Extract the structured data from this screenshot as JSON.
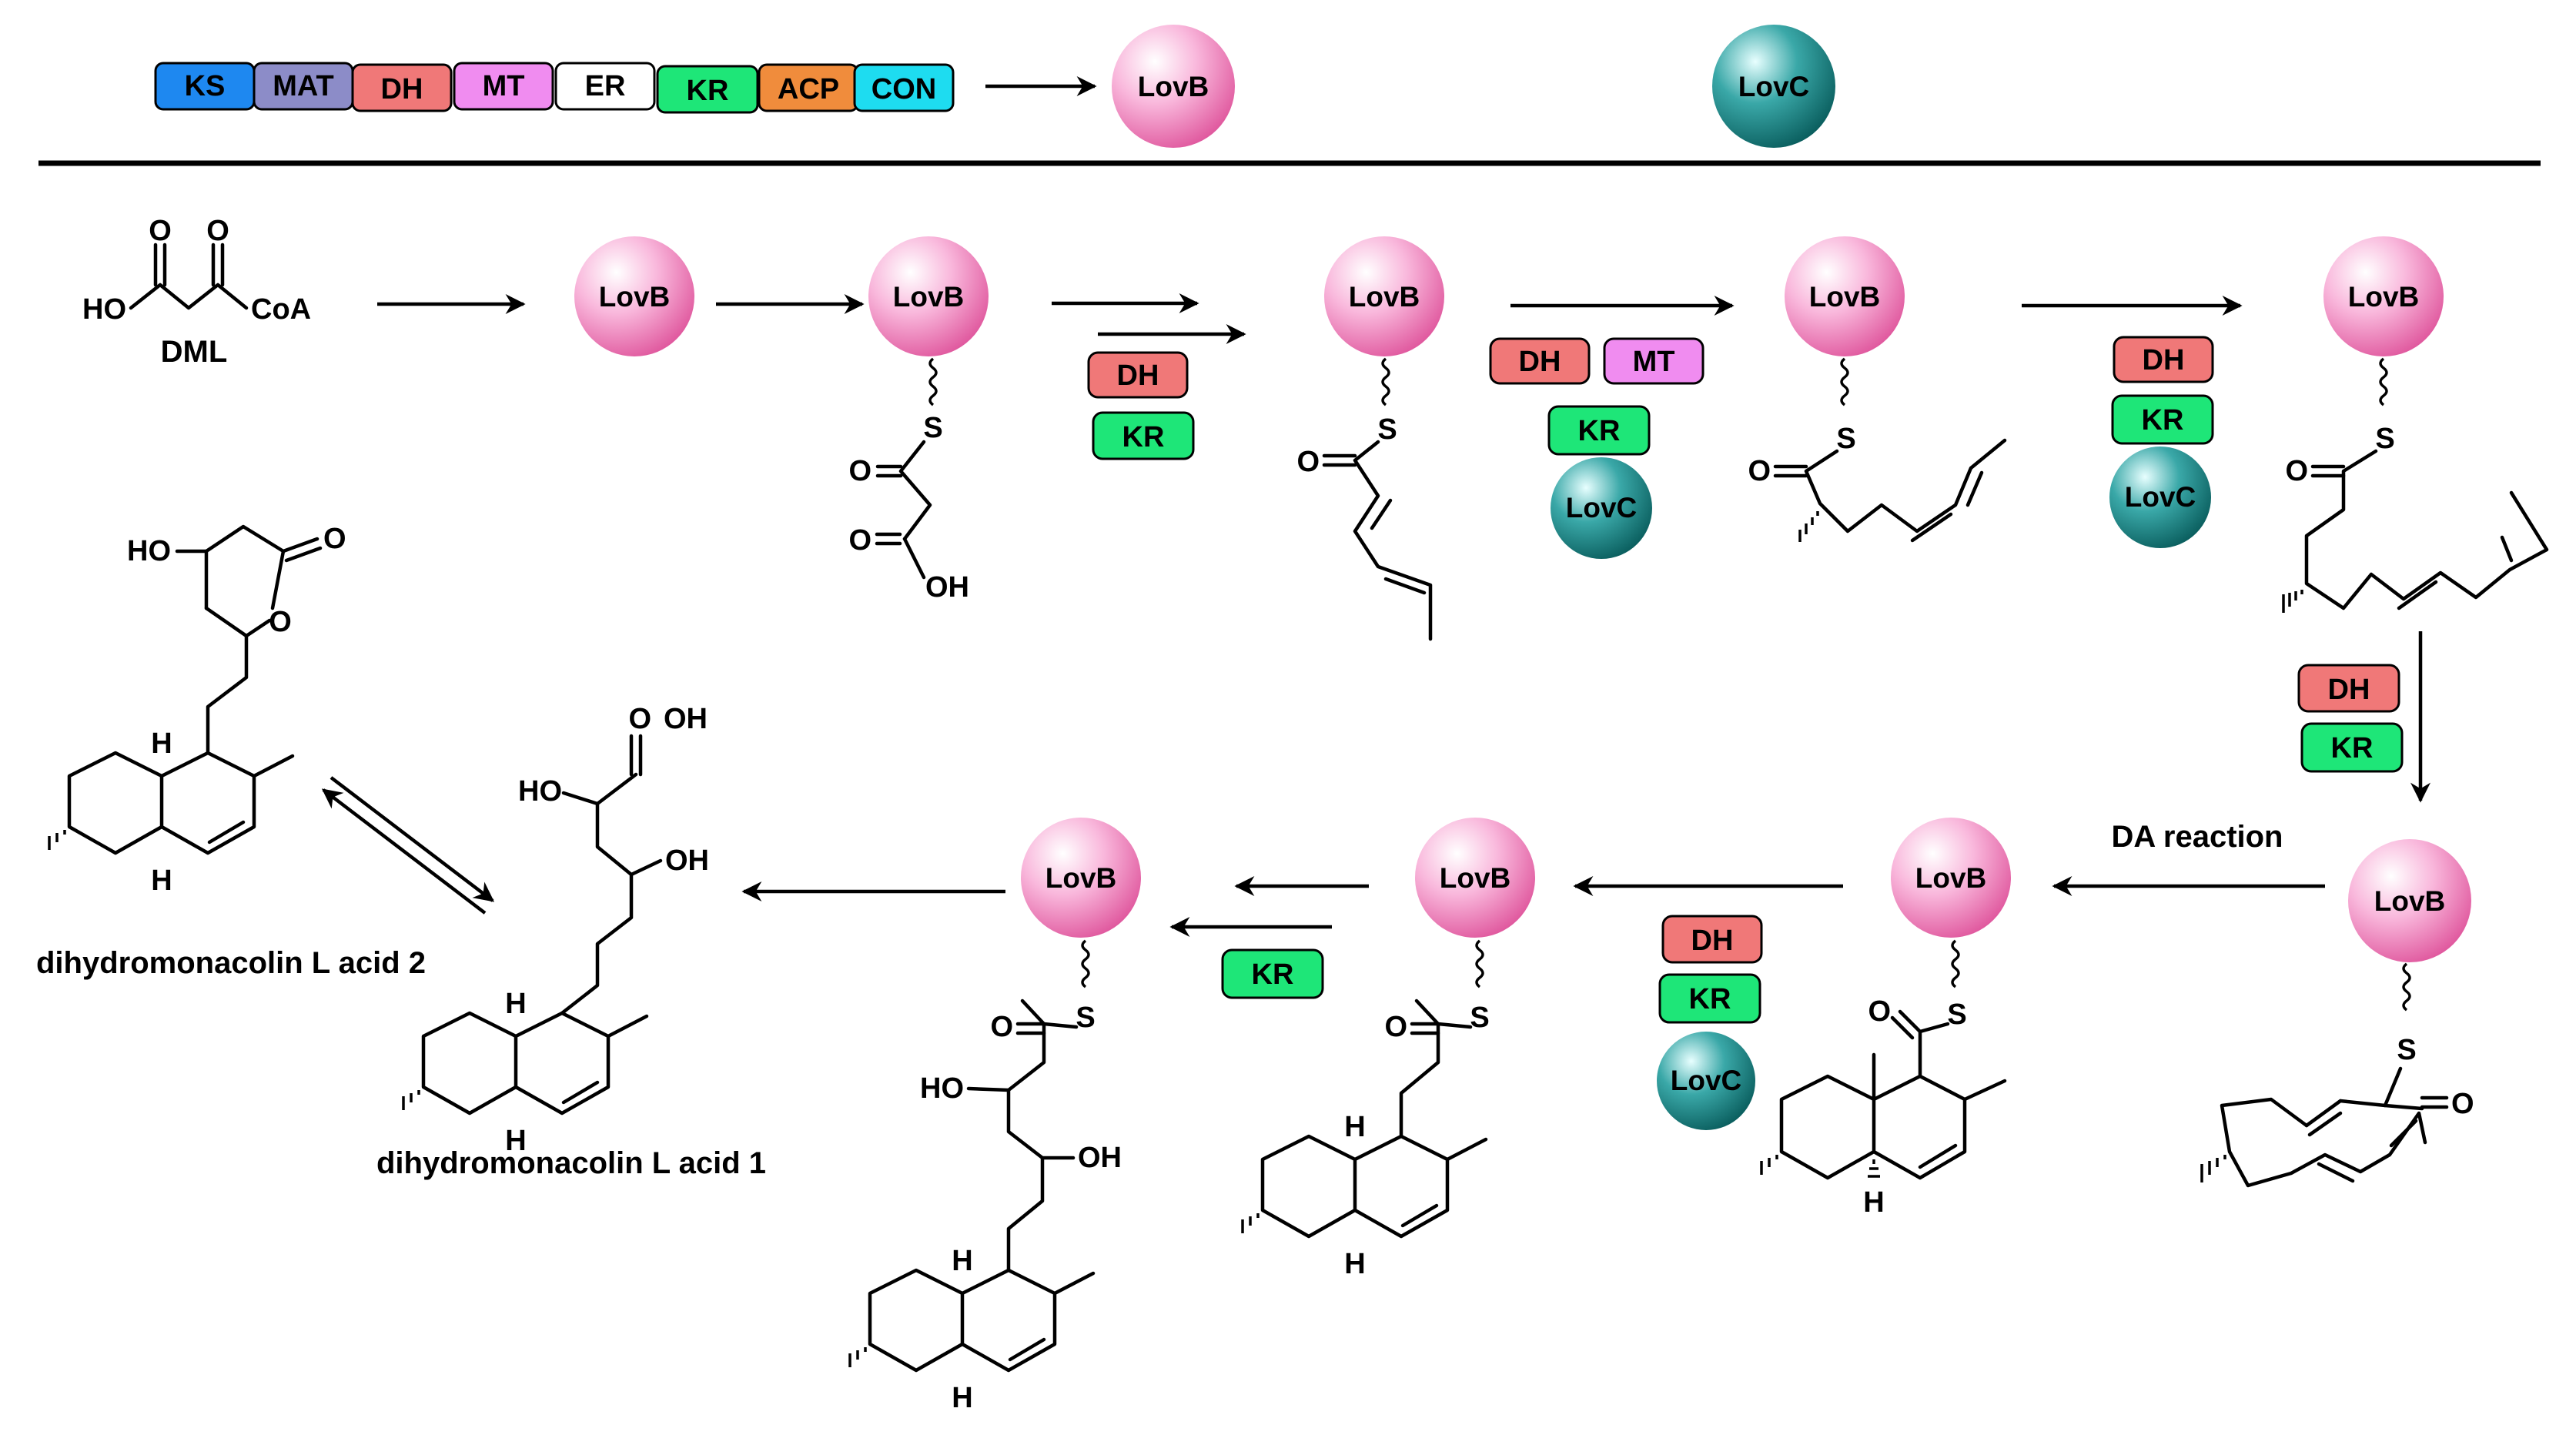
{
  "domains": [
    {
      "label": "KS",
      "color": "#1e88f0"
    },
    {
      "label": "MAT",
      "color": "#8c8cc8"
    },
    {
      "label": "DH",
      "color": "#f07878"
    },
    {
      "label": "MT",
      "color": "#f08cf0"
    },
    {
      "label": "ER",
      "color": "#ffffff"
    },
    {
      "label": "KR",
      "color": "#1ee678"
    },
    {
      "label": "ACP",
      "color": "#f08c3c"
    },
    {
      "label": "CON",
      "color": "#1edcf0"
    }
  ],
  "enzymes": {
    "lovb": "LovB",
    "lovc": "LovC",
    "lovb_color": "#f07cc4",
    "lovc_color": "#138a8a"
  },
  "atoms": {
    "ho": "HO",
    "oh": "OH",
    "o": "O",
    "s": "S",
    "h": "H",
    "coa": "CoA"
  },
  "labels": {
    "dml": "DML",
    "da_reaction": "DA reaction",
    "acid1": "dihydromonacolin L acid 1",
    "acid2": "dihydromonacolin L acid 2"
  },
  "badges": {
    "dh": "DH",
    "kr": "KR",
    "mt": "MT",
    "dh_color": "#f07878",
    "kr_color": "#1ee678",
    "mt_color": "#f08cf0"
  }
}
